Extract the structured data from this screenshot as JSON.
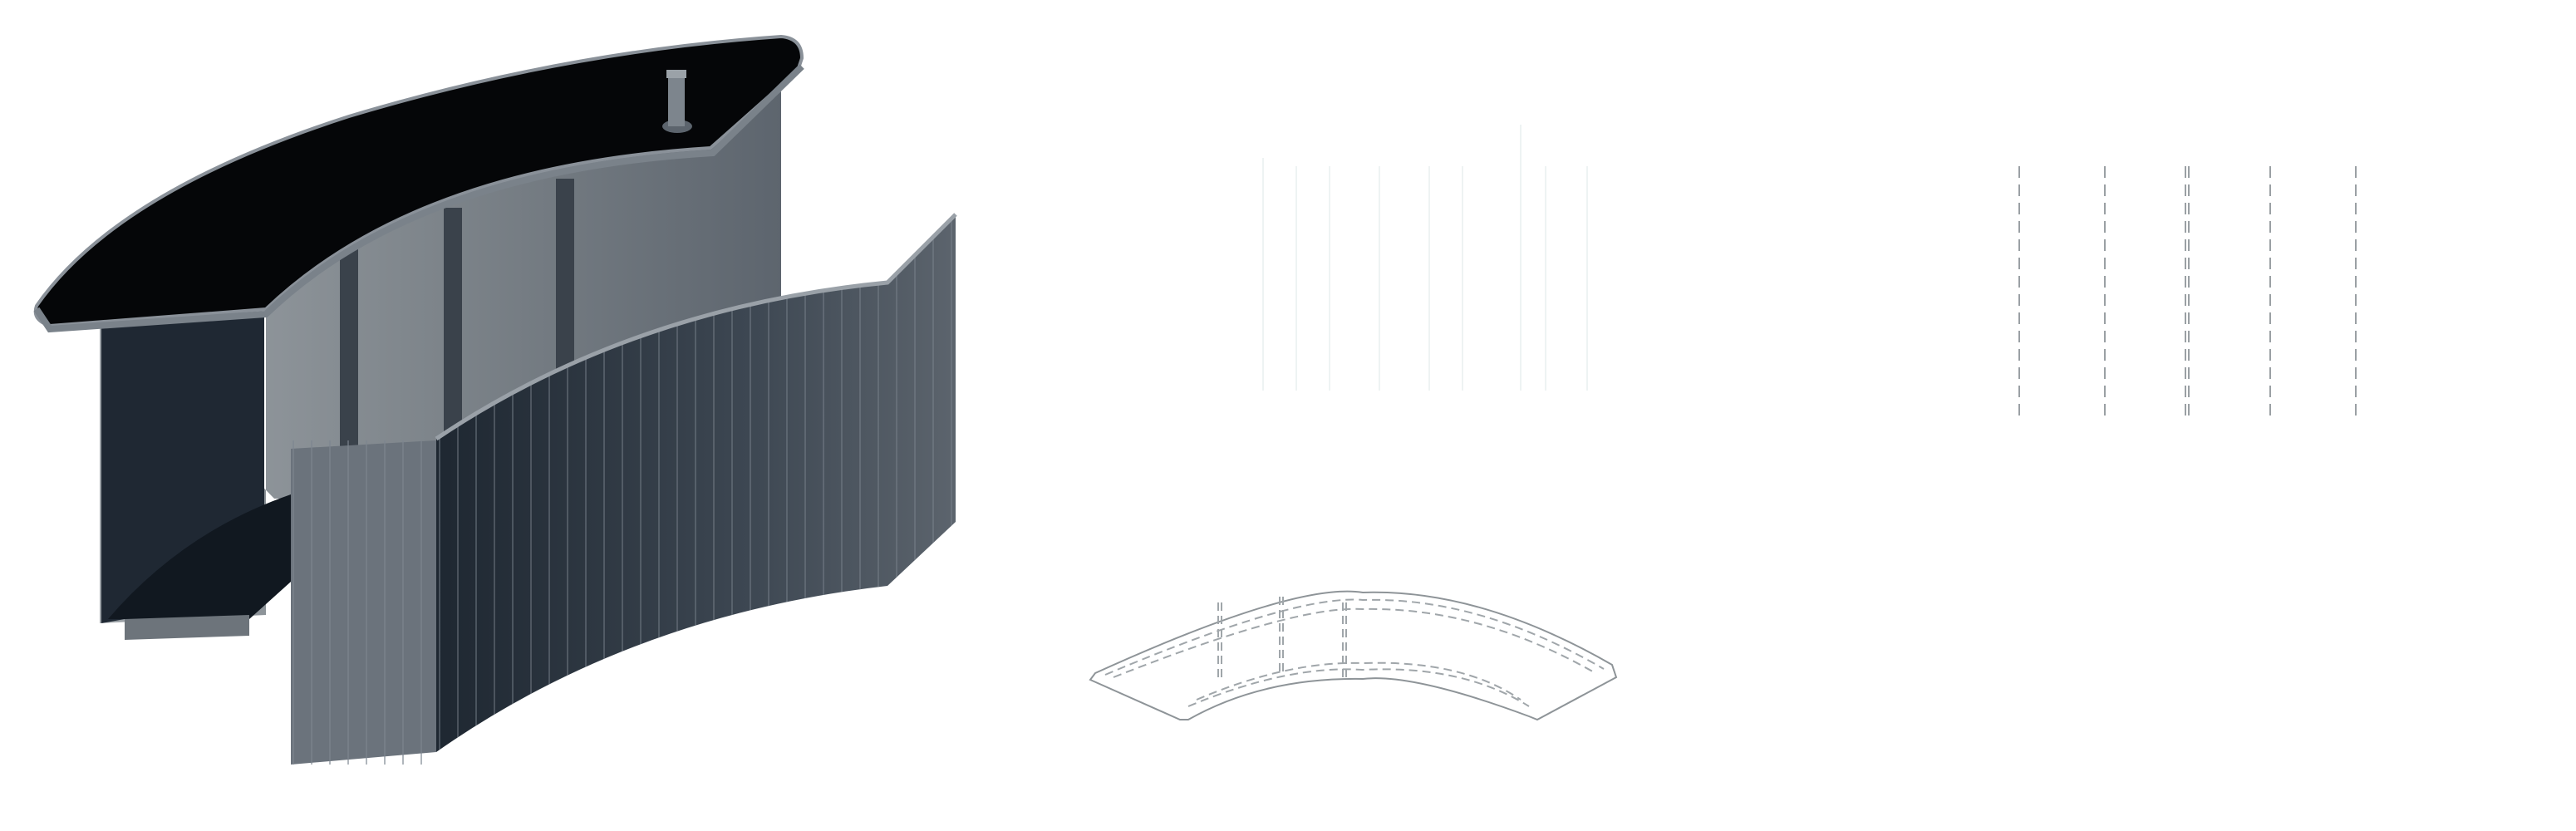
{
  "colors": {
    "background": "#ffffff",
    "desk_top": "#050608",
    "desk_edge": "#8a9199",
    "back_panel_light": "#8d9398",
    "back_panel_dark": "#4a525b",
    "side_panel": "#1f2933",
    "front_panel": "#3b4550",
    "front_panel_light": "#6b737c",
    "line_drawing": "#9aa0a4",
    "faint_drawing": "#eef3f3"
  },
  "views": {
    "perspective_view": "reception-desk-3d",
    "front_elevation": "front-elevation-faint",
    "rear_elevation": "rear-elevation-dashed",
    "top_plan": "top-plan-arc"
  }
}
